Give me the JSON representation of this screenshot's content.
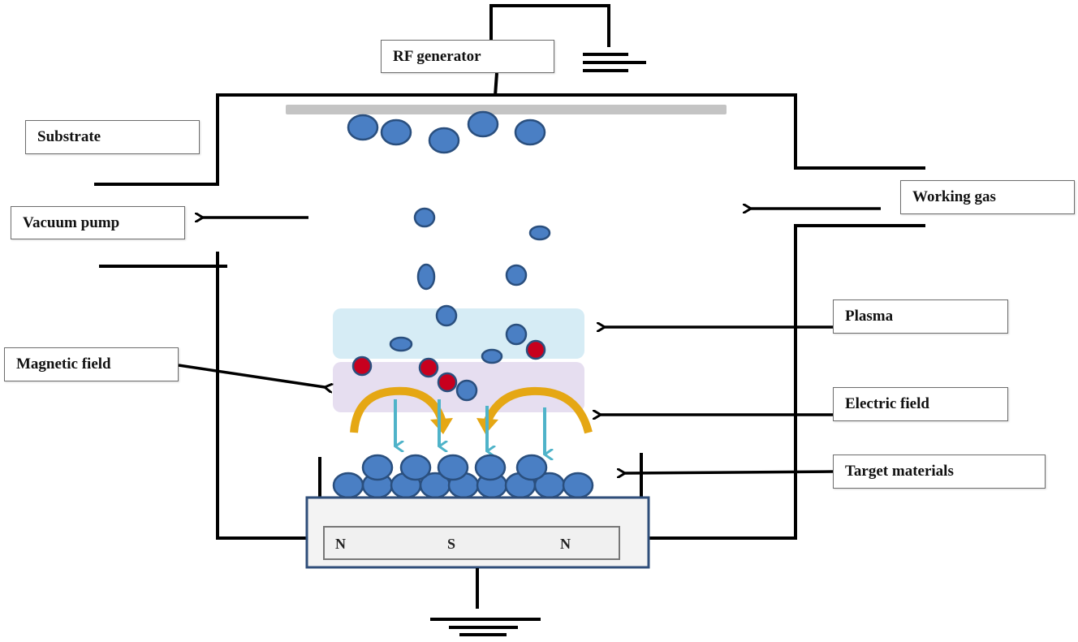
{
  "diagram": {
    "title": "RF magnetron sputtering system schematic",
    "labels": {
      "rf_generator": "RF generator",
      "substrate": "Substrate",
      "vacuum_pump": "Vacuum pump",
      "working_gas": "Working gas",
      "plasma": "Plasma",
      "magnetic_field": "Magnetic field",
      "electric_field": "Electric field",
      "target_materials": "Target materials"
    },
    "magnet_poles": [
      "N",
      "S",
      "N"
    ],
    "colors": {
      "particle": "#4a7fc4",
      "particle_outline": "#2a4f7e",
      "ion": "#c8001e",
      "plasma_region": "#d6ecf5",
      "magnetic_region": "#e6def0",
      "field_arc": "#e5a714",
      "field_arrow": "#4fb3c9",
      "substrate_bar": "#c4c4c4",
      "cathode_border": "#2f4e7a",
      "cathode_fill": "#f3f3f3"
    }
  }
}
